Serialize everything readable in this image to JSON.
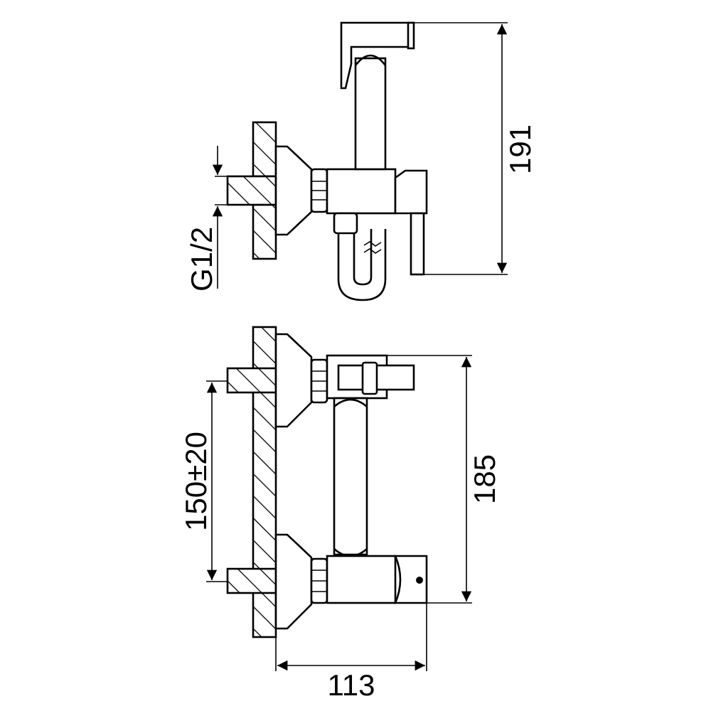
{
  "dimensions": {
    "side_height": "191",
    "thread_size": "G1/2",
    "front_height": "185",
    "inlet_spacing": "150±20",
    "depth": "113"
  },
  "colors": {
    "line": "#000000",
    "background": "#ffffff"
  }
}
